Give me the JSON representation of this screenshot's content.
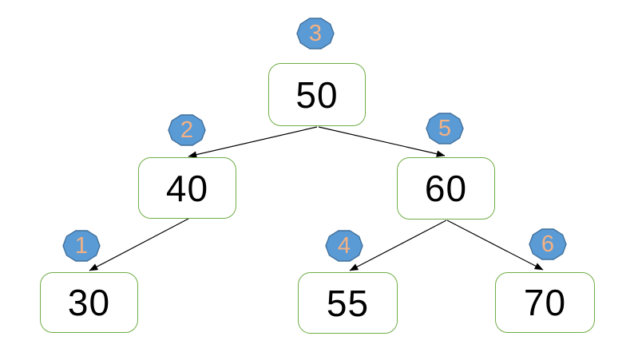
{
  "tree": {
    "nodes": [
      {
        "value": "50",
        "order": "3"
      },
      {
        "value": "40",
        "order": "2"
      },
      {
        "value": "60",
        "order": "5"
      },
      {
        "value": "30",
        "order": "1"
      },
      {
        "value": "55",
        "order": "4"
      },
      {
        "value": "70",
        "order": "6"
      }
    ],
    "edges": [
      {
        "from": "50",
        "to": "40"
      },
      {
        "from": "50",
        "to": "60"
      },
      {
        "from": "40",
        "to": "30"
      },
      {
        "from": "60",
        "to": "55"
      },
      {
        "from": "60",
        "to": "70"
      }
    ]
  },
  "colors": {
    "node_border": "#70AD47",
    "node_text": "#000000",
    "badge_fill": "#5B9BD5",
    "badge_border": "#41719C",
    "badge_text": "#F4B183",
    "edge": "#000000"
  }
}
